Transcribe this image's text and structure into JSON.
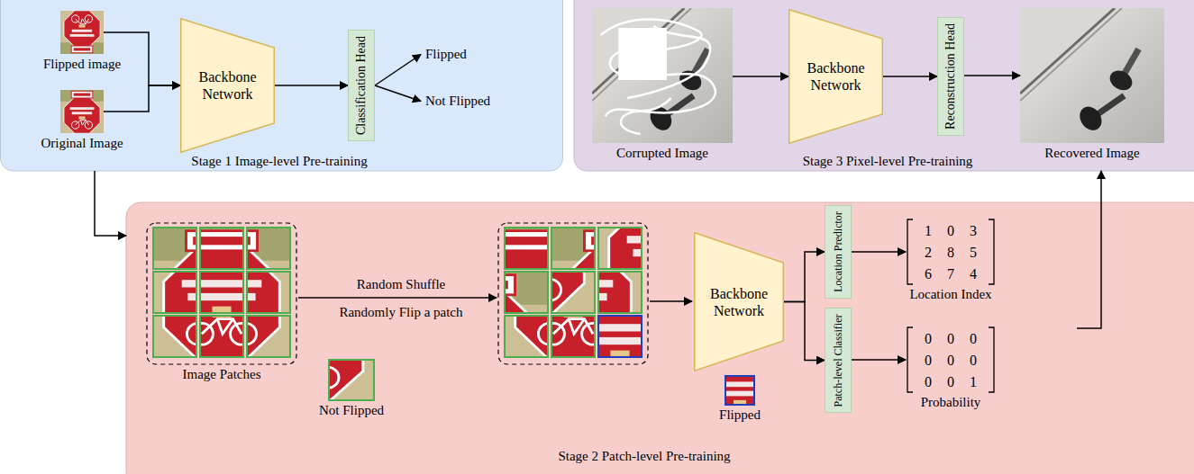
{
  "diagram": {
    "nodes": [
      {
        "text": [
          "Stage 1 Image-level Pre-training"
        ]
      },
      {
        "text": [
          "Flipped image"
        ],
        "in": 0
      },
      {
        "text": [
          "Original Image"
        ],
        "in": 0
      },
      {
        "text": [
          "Backbone Network"
        ],
        "in": 0
      },
      {
        "text": [
          "Classification Head"
        ],
        "in": 0
      },
      {
        "text": [
          "Flipped"
        ],
        "in": 0
      },
      {
        "text": [
          "Not Flipped"
        ],
        "in": 0
      },
      {
        "text": [
          "Stage 3 Pixel-level Pre-training"
        ]
      },
      {
        "text": [
          "Corrupted Image"
        ],
        "in": 7
      },
      {
        "text": [
          "Backbone Network"
        ],
        "in": 7
      },
      {
        "text": [
          "Reconstruction Head"
        ],
        "in": 7
      },
      {
        "text": [
          "Recovered Image"
        ],
        "in": 7
      },
      {
        "text": [
          "Stage 2 Patch-level Pre-training"
        ]
      },
      {
        "text": [
          "Image Patches"
        ],
        "in": 12
      },
      {
        "text": [
          "Not Flipped"
        ],
        "in": 12
      },
      {
        "text": [
          "Backbone Network"
        ],
        "in": 12
      },
      {
        "text": [
          "Flipped"
        ],
        "in": 12
      },
      {
        "text": [
          "Location Predictor"
        ],
        "in": 12
      },
      {
        "text": [
          "Patch-level Classifier"
        ],
        "in": 12
      },
      {
        "text": [
          "Location Index"
        ],
        "in": 12
      },
      {
        "text": [
          "Probability"
        ],
        "in": 12
      }
    ],
    "edges": [
      {
        "from": 1,
        "to": 3,
        "arrow": "to"
      },
      {
        "from": 2,
        "to": 3,
        "arrow": "to"
      },
      {
        "from": 3,
        "to": 4,
        "arrow": "to"
      },
      {
        "from": 4,
        "to": 5,
        "arrow": "to"
      },
      {
        "from": 4,
        "to": 6,
        "arrow": "to"
      },
      {
        "from": 0,
        "to": 12,
        "arrow": "to"
      },
      {
        "from": 8,
        "to": 9,
        "arrow": "to"
      },
      {
        "from": 9,
        "to": 10,
        "arrow": "to"
      },
      {
        "from": 10,
        "to": 11,
        "arrow": "to"
      },
      {
        "from": 15,
        "to": 17,
        "arrow": "to"
      },
      {
        "from": 15,
        "to": 18,
        "arrow": "to"
      },
      {
        "from": 17,
        "to": 19,
        "arrow": "to"
      },
      {
        "from": 18,
        "to": 20,
        "arrow": "to"
      },
      {
        "from": 12,
        "to": 7,
        "arrow": "to"
      }
    ],
    "labels": [
      "Random Shuffle",
      "Randomly Flip a patch",
      "1",
      "0",
      "3",
      "2",
      "8",
      "5",
      "6",
      "7",
      "4",
      "0",
      "0",
      "0",
      "0",
      "0",
      "0",
      "0",
      "0",
      "1"
    ]
  }
}
